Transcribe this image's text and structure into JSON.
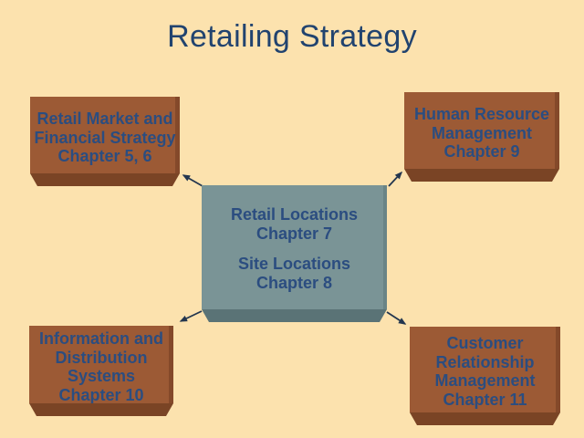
{
  "title": "Retailing Strategy",
  "colors": {
    "background": "#FCE2AE",
    "box_brown": "#9C5A35",
    "box_brown_shadow": "#7A4425",
    "box_teal": "#7A9496",
    "box_teal_shadow": "#5A7376",
    "text_navy": "#2B4D80",
    "title_navy": "#21436F",
    "arrow": "#23364F"
  },
  "boxes": [
    {
      "id": "retail-market",
      "lines": [
        "Retail Market and",
        "Financial Strategy",
        "Chapter 5, 6"
      ]
    },
    {
      "id": "human-resource",
      "lines": [
        "Human Resource",
        "Management",
        "Chapter 9"
      ]
    },
    {
      "id": "retail-site-locations",
      "lines": [
        "Retail Locations",
        "Chapter 7",
        "Site Locations",
        "Chapter 8"
      ]
    },
    {
      "id": "information-distribution",
      "lines": [
        "Information and",
        "Distribution",
        "Systems",
        "Chapter 10"
      ]
    },
    {
      "id": "customer-relationship",
      "lines": [
        "Customer",
        "Relationship",
        "Management",
        "Chapter 11"
      ]
    }
  ],
  "connections": [
    {
      "from": "retail-site-locations",
      "to": "retail-market"
    },
    {
      "from": "retail-site-locations",
      "to": "human-resource"
    },
    {
      "from": "retail-site-locations",
      "to": "information-distribution"
    },
    {
      "from": "retail-site-locations",
      "to": "customer-relationship"
    }
  ]
}
